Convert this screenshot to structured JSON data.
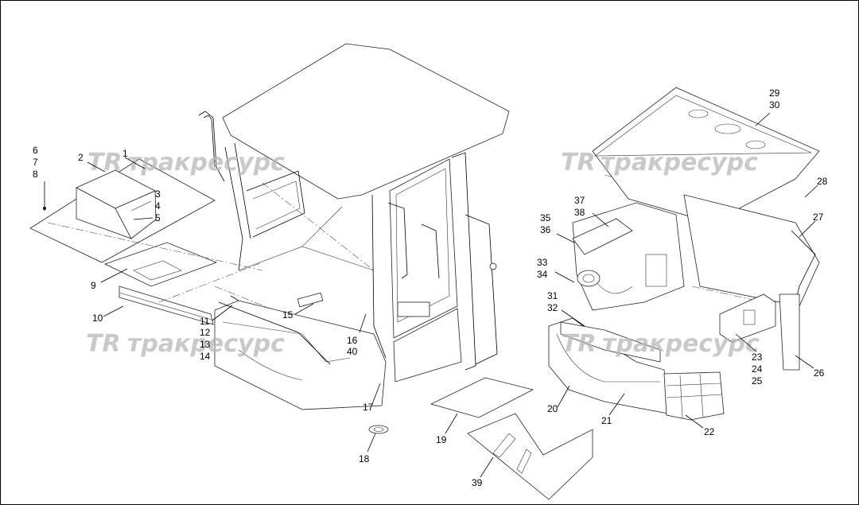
{
  "watermark": {
    "logo": "TR",
    "text": "тракресурс"
  },
  "callouts": {
    "c1": "1",
    "c2": "2",
    "c3": "3",
    "c4": "4",
    "c5": "5",
    "c6": "6",
    "c7": "7",
    "c8": "8",
    "c9": "9",
    "c10": "10",
    "c11": "11",
    "c12": "12",
    "c13": "13",
    "c14": "14",
    "c15": "15",
    "c16": "16",
    "c40": "40",
    "c17": "17",
    "c18": "18",
    "c19": "19",
    "c20": "20",
    "c21": "21",
    "c22": "22",
    "c23": "23",
    "c24": "24",
    "c25": "25",
    "c26": "26",
    "c27": "27",
    "c28": "28",
    "c29": "29",
    "c30": "30",
    "c31": "31",
    "c32": "32",
    "c33": "33",
    "c34": "34",
    "c35": "35",
    "c36": "36",
    "c37": "37",
    "c38": "38",
    "c39": "39"
  },
  "colors": {
    "line": "#000000",
    "watermark": "#b8b8b8",
    "background": "#ffffff"
  }
}
